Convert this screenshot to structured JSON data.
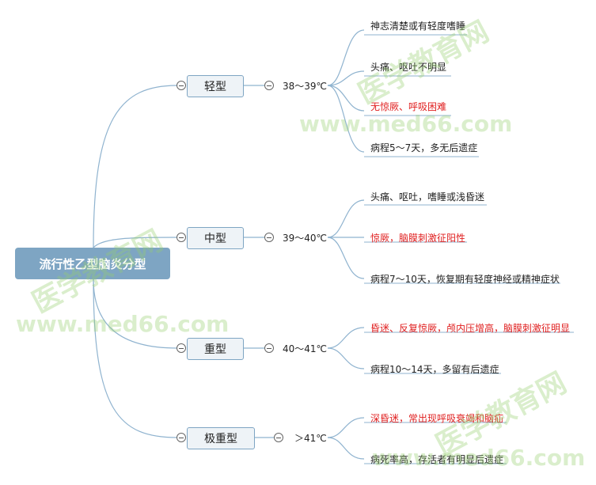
{
  "root": {
    "label": "流行性乙型脑炎分型"
  },
  "types": [
    {
      "label": "轻型",
      "temperature": "38～39℃",
      "items": [
        {
          "text": "神志清楚或有轻度嗜睡",
          "color": "#222222"
        },
        {
          "text": "头痛、呕吐不明显",
          "color": "#222222"
        },
        {
          "text": "无惊厥、呼吸困难",
          "color": "#e02020"
        },
        {
          "text": "病程5～7天，多无后遗症",
          "color": "#222222"
        }
      ]
    },
    {
      "label": "中型",
      "temperature": "39～40℃",
      "items": [
        {
          "text": "头痛、呕吐，嗜睡或浅昏迷",
          "color": "#222222"
        },
        {
          "text": "惊厥，脑膜刺激征阳性",
          "color": "#e02020"
        },
        {
          "text": "病程7～10天，恢复期有轻度神经或精神症状",
          "color": "#222222"
        }
      ]
    },
    {
      "label": "重型",
      "temperature": "40～41℃",
      "items": [
        {
          "text": "昏迷、反复惊厥，颅内压增高，脑膜刺激征明显",
          "color": "#e02020"
        },
        {
          "text": "病程10～14天，多留有后遗症",
          "color": "#222222"
        }
      ]
    },
    {
      "label": "极重型",
      "temperature": "＞41℃",
      "items": [
        {
          "text": "深昏迷，常出现呼吸衰竭和脑疝",
          "color": "#e02020"
        },
        {
          "text": "病死率高，存活者有明显后遗症",
          "color": "#222222"
        }
      ]
    }
  ],
  "watermark": {
    "url": "www.med66.com",
    "cn": "医学教育网"
  },
  "colors": {
    "connector": "#8fb3cf",
    "root_fill": "#7ea5c3",
    "node_fill": "#eef3f7",
    "red_text": "#e02020"
  }
}
